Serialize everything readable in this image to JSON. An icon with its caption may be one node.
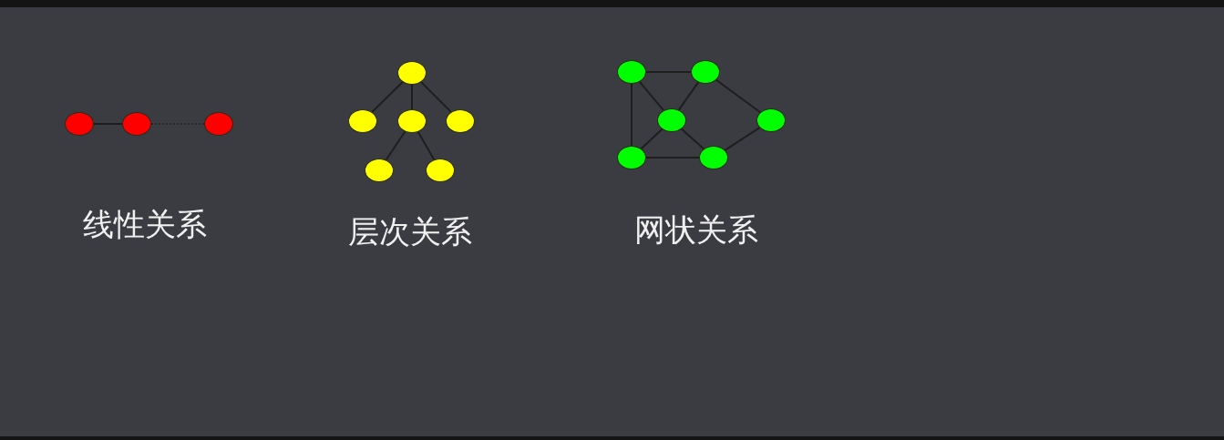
{
  "diagram": {
    "nodes": [
      {
        "text": [],
        "shape": "circle"
      },
      {
        "text": [],
        "shape": "circle"
      },
      {
        "text": [],
        "shape": "circle"
      },
      {
        "text": [],
        "shape": "circle"
      },
      {
        "text": [],
        "shape": "circle"
      },
      {
        "text": [],
        "shape": "circle"
      },
      {
        "text": [],
        "shape": "circle"
      },
      {
        "text": [],
        "shape": "circle"
      },
      {
        "text": [],
        "shape": "circle"
      },
      {
        "text": [],
        "shape": "circle"
      },
      {
        "text": [],
        "shape": "circle"
      },
      {
        "text": [],
        "shape": "circle"
      },
      {
        "text": [],
        "shape": "circle"
      },
      {
        "text": [],
        "shape": "circle"
      },
      {
        "text": [],
        "shape": "circle"
      }
    ],
    "edges": [
      {
        "from": 0,
        "to": 1,
        "arrow": "none"
      },
      {
        "from": 1,
        "to": 2,
        "arrow": "none",
        "style": "dashed"
      },
      {
        "from": 3,
        "to": 4,
        "arrow": "none"
      },
      {
        "from": 3,
        "to": 5,
        "arrow": "none"
      },
      {
        "from": 3,
        "to": 6,
        "arrow": "none"
      },
      {
        "from": 5,
        "to": 7,
        "arrow": "none"
      },
      {
        "from": 5,
        "to": 8,
        "arrow": "none"
      },
      {
        "from": 9,
        "to": 10,
        "arrow": "none"
      },
      {
        "from": 9,
        "to": 11,
        "arrow": "none"
      },
      {
        "from": 9,
        "to": 13,
        "arrow": "none"
      },
      {
        "from": 10,
        "to": 11,
        "arrow": "none"
      },
      {
        "from": 10,
        "to": 12,
        "arrow": "none"
      },
      {
        "from": 11,
        "to": 13,
        "arrow": "none"
      },
      {
        "from": 11,
        "to": 14,
        "arrow": "none"
      },
      {
        "from": 13,
        "to": 14,
        "arrow": "none"
      },
      {
        "from": 14,
        "to": 12,
        "arrow": "none"
      }
    ],
    "labels": [
      "线性关系",
      "层次关系",
      "网状关系"
    ]
  }
}
